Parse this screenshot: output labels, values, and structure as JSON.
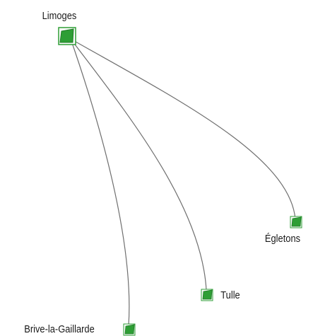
{
  "diagram": {
    "root": {
      "label": "Limoges",
      "icon": "map-location-icon",
      "node_color": "#2e9e35",
      "selected_border_color": "#2e9e35"
    },
    "children": [
      {
        "label": "Égletons",
        "icon": "map-location-icon"
      },
      {
        "label": "Tulle",
        "icon": "map-location-icon"
      },
      {
        "label": "Brive-la-Gaillarde",
        "icon": "map-location-icon"
      }
    ],
    "colors": {
      "node_fill": "#2e9e35",
      "node_border": "#1f7a26",
      "edge": "#6f6f6f",
      "label_text": "#1a1a1a"
    }
  }
}
